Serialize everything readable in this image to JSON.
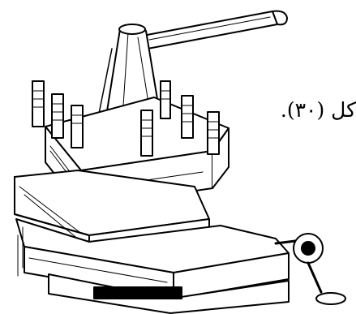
{
  "page": {
    "background": "#ffffff",
    "ink": "#000000"
  },
  "caption": {
    "text": "كل (٣٠)."
  },
  "figure": {
    "description_icon": "tool-post-icon",
    "parts": [
      "clamp-handle",
      "tapered-center-post",
      "clamping-screws",
      "square-tool-post",
      "top-slide",
      "cross-slide",
      "carriage-base",
      "feed-handwheel"
    ]
  }
}
